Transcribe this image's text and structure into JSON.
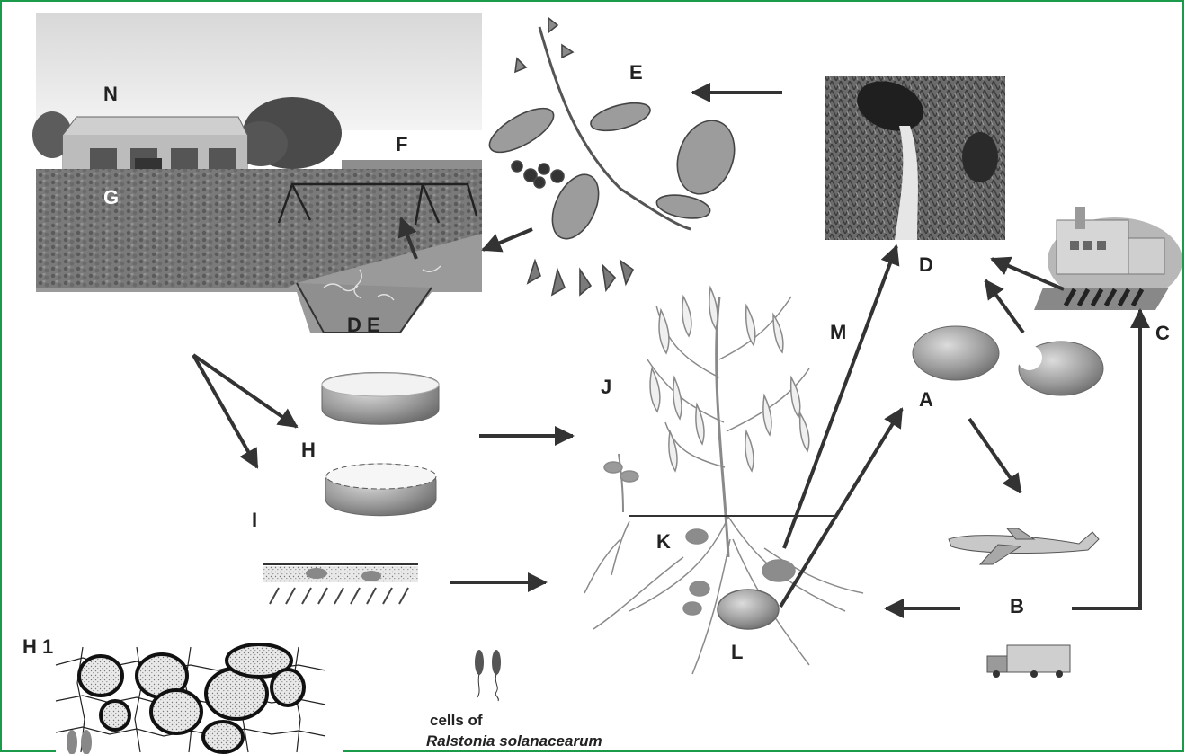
{
  "labels": {
    "N": "N",
    "F": "F",
    "G": "G",
    "E": "E",
    "D": "D",
    "C": "C",
    "DE": "D E",
    "M": "M",
    "J": "J",
    "A": "A",
    "H": "H",
    "I": "I",
    "K": "K",
    "B": "B",
    "L": "L",
    "H1": "H 1"
  },
  "caption": {
    "line1": "cells of",
    "line2": "Ralstonia solanacearum"
  },
  "colors": {
    "frame": "#1a9a4a",
    "arrow": "#333333",
    "sketch": "#8a8a8a",
    "photo_dark": "#3a3a3a"
  }
}
